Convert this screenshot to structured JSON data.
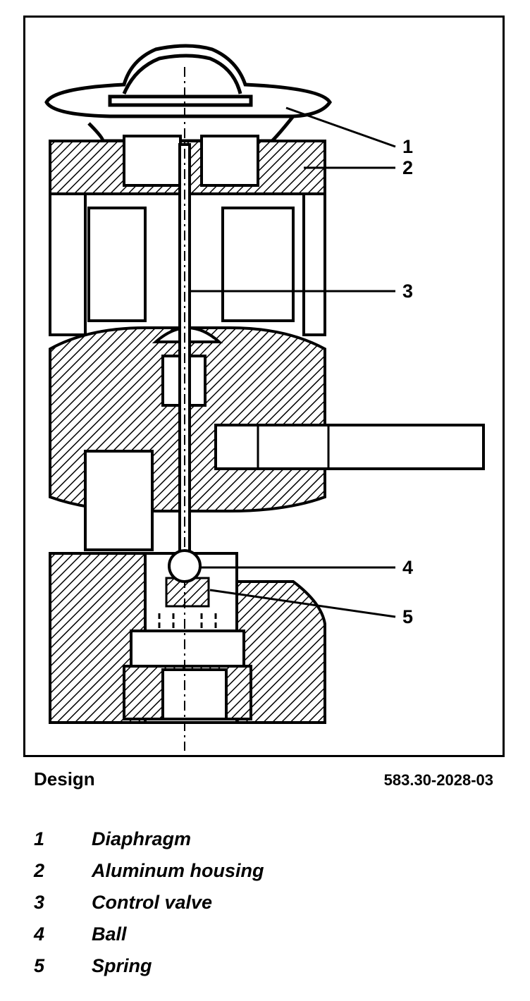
{
  "figure": {
    "caption": "Design",
    "code": "583.30-2028-03",
    "callouts": [
      {
        "num": "1",
        "label": "Diaphragm"
      },
      {
        "num": "2",
        "label": "Aluminum housing"
      },
      {
        "num": "3",
        "label": "Control valve"
      },
      {
        "num": "4",
        "label": "Ball"
      },
      {
        "num": "5",
        "label": "Spring"
      }
    ]
  },
  "colors": {
    "ink": "#000000",
    "paper": "#ffffff"
  }
}
